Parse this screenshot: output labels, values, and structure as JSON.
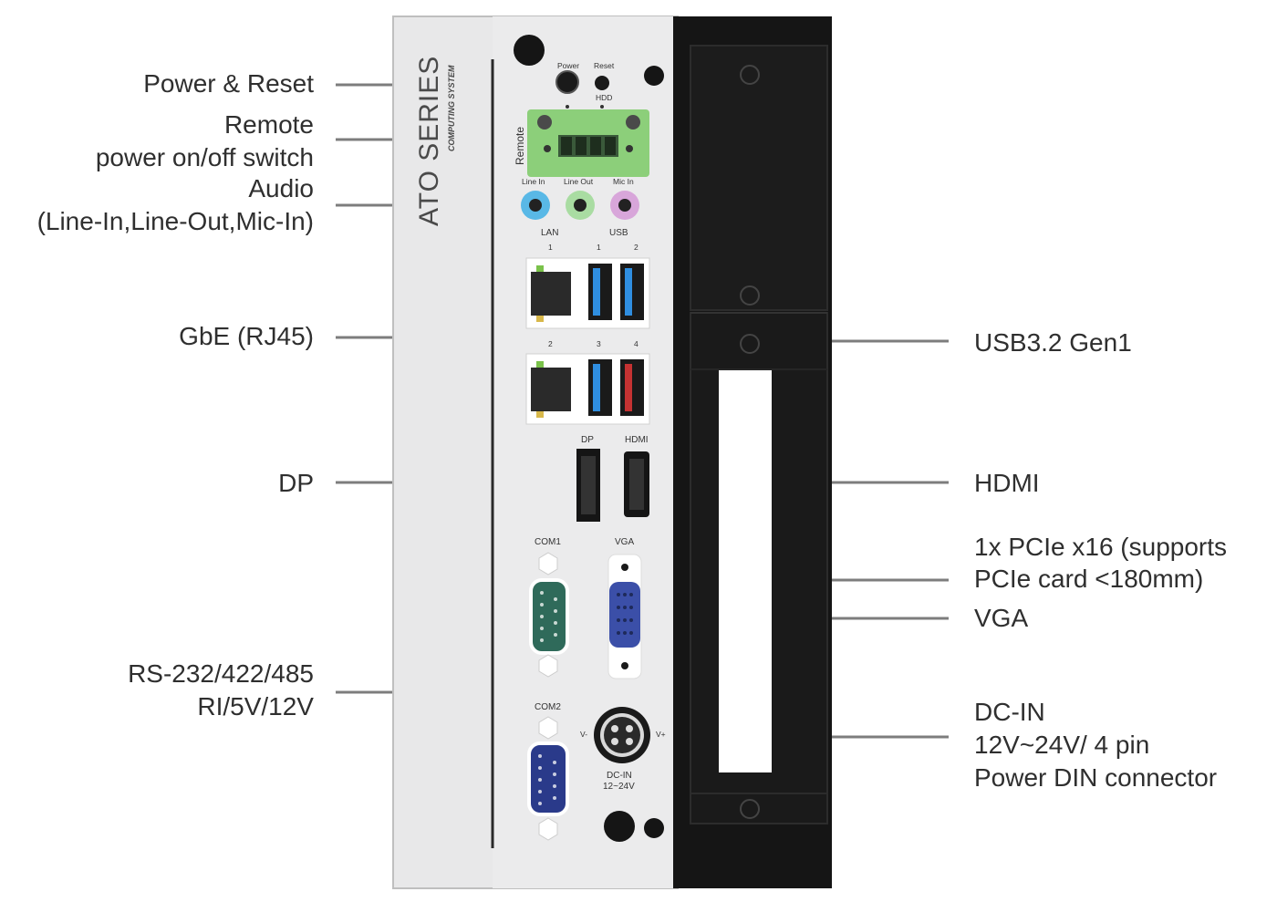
{
  "callouts_left": {
    "power_reset": "Power & Reset",
    "remote_line1": "Remote",
    "remote_line2": "power on/off switch",
    "audio_line1": "Audio",
    "audio_line2": "(Line-In,Line-Out,Mic-In)",
    "gbe": "GbE (RJ45)",
    "dp": "DP",
    "serial_line1": "RS-232/422/485",
    "serial_line2": "RI/5V/12V"
  },
  "callouts_right": {
    "usb": "USB3.2 Gen1",
    "hdmi": "HDMI",
    "pcie_line1": "1x PCIe x16 (supports",
    "pcie_line2": "PCIe card <180mm)",
    "vga": "VGA",
    "dcin_line1": "DC-IN",
    "dcin_line2": "12V~24V/ 4 pin",
    "dcin_line3": "Power DIN connector"
  },
  "panel_labels": {
    "brand": "ATO SERIES",
    "brand_sub": "COMPUTING SYSTEM",
    "power": "Power",
    "reset": "Reset",
    "hdd": "HDD",
    "remote": "Remote",
    "line_in": "Line In",
    "line_out": "Line Out",
    "mic_in": "Mic In",
    "lan": "LAN",
    "usb": "USB",
    "lan_1": "1",
    "usb_1": "1",
    "usb_2": "2",
    "lan_2": "2",
    "usb_3": "3",
    "usb_4": "4",
    "dp": "DP",
    "hdmi": "HDMI",
    "com1": "COM1",
    "vga": "VGA",
    "com2": "COM2",
    "v_minus": "V-",
    "v_plus": "V+",
    "dcin": "DC-IN",
    "dcin_range": "12~24V"
  },
  "colors": {
    "chassis_silver": "#e9e9ea",
    "chassis_black": "#141414",
    "terminal_green": "#8ccf7a",
    "audio_blue": "#59b8e6",
    "audio_green": "#9fd99a",
    "audio_pink": "#d7a0d8",
    "usb_blue": "#2f8ee0",
    "usb_red": "#c53232",
    "com1_teal": "#2f6a5a",
    "vga_blue": "#3b4fa8",
    "com2_navy": "#2a3a8a",
    "leader_gray": "#7d7d7d"
  }
}
